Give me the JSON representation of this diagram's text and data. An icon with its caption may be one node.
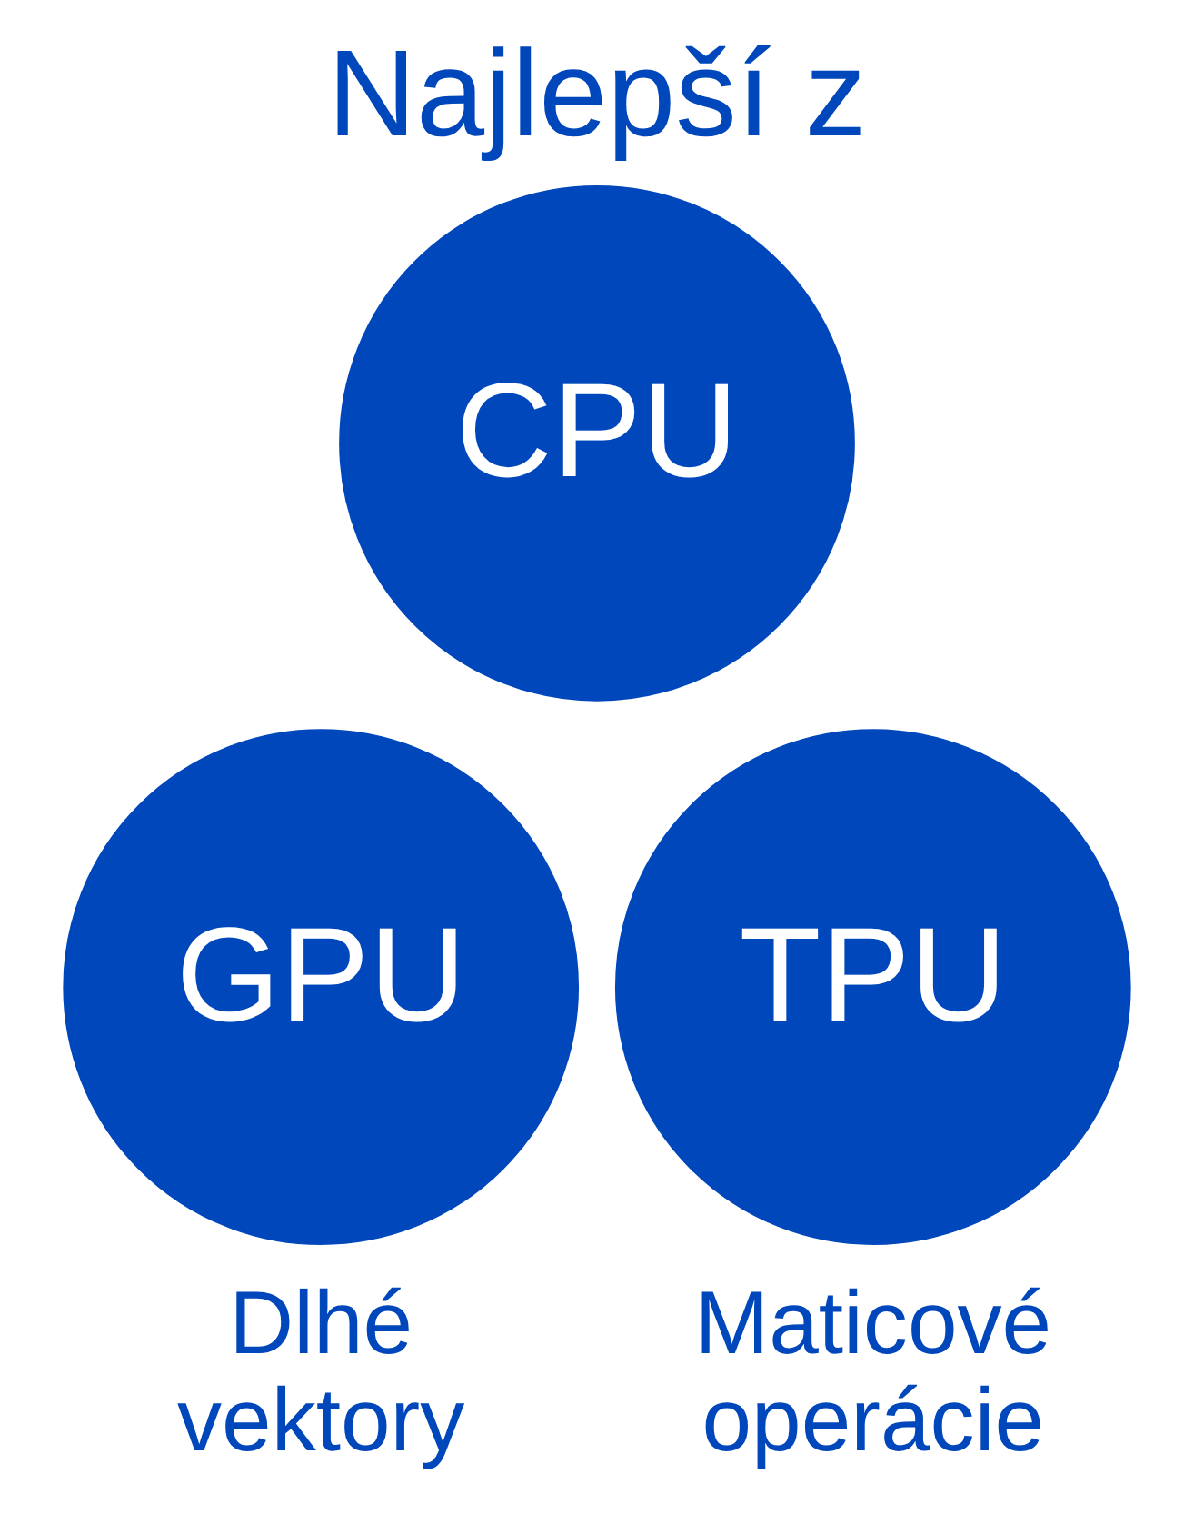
{
  "diagram": {
    "title": "Najlepší z",
    "nodes": [
      {
        "text": [
          "CPU"
        ]
      },
      {
        "text": [
          "GPU"
        ],
        "beside": [
          "Dlhé vektory"
        ]
      },
      {
        "text": [
          "TPU"
        ],
        "beside": [
          "Maticové operácie"
        ]
      }
    ]
  }
}
